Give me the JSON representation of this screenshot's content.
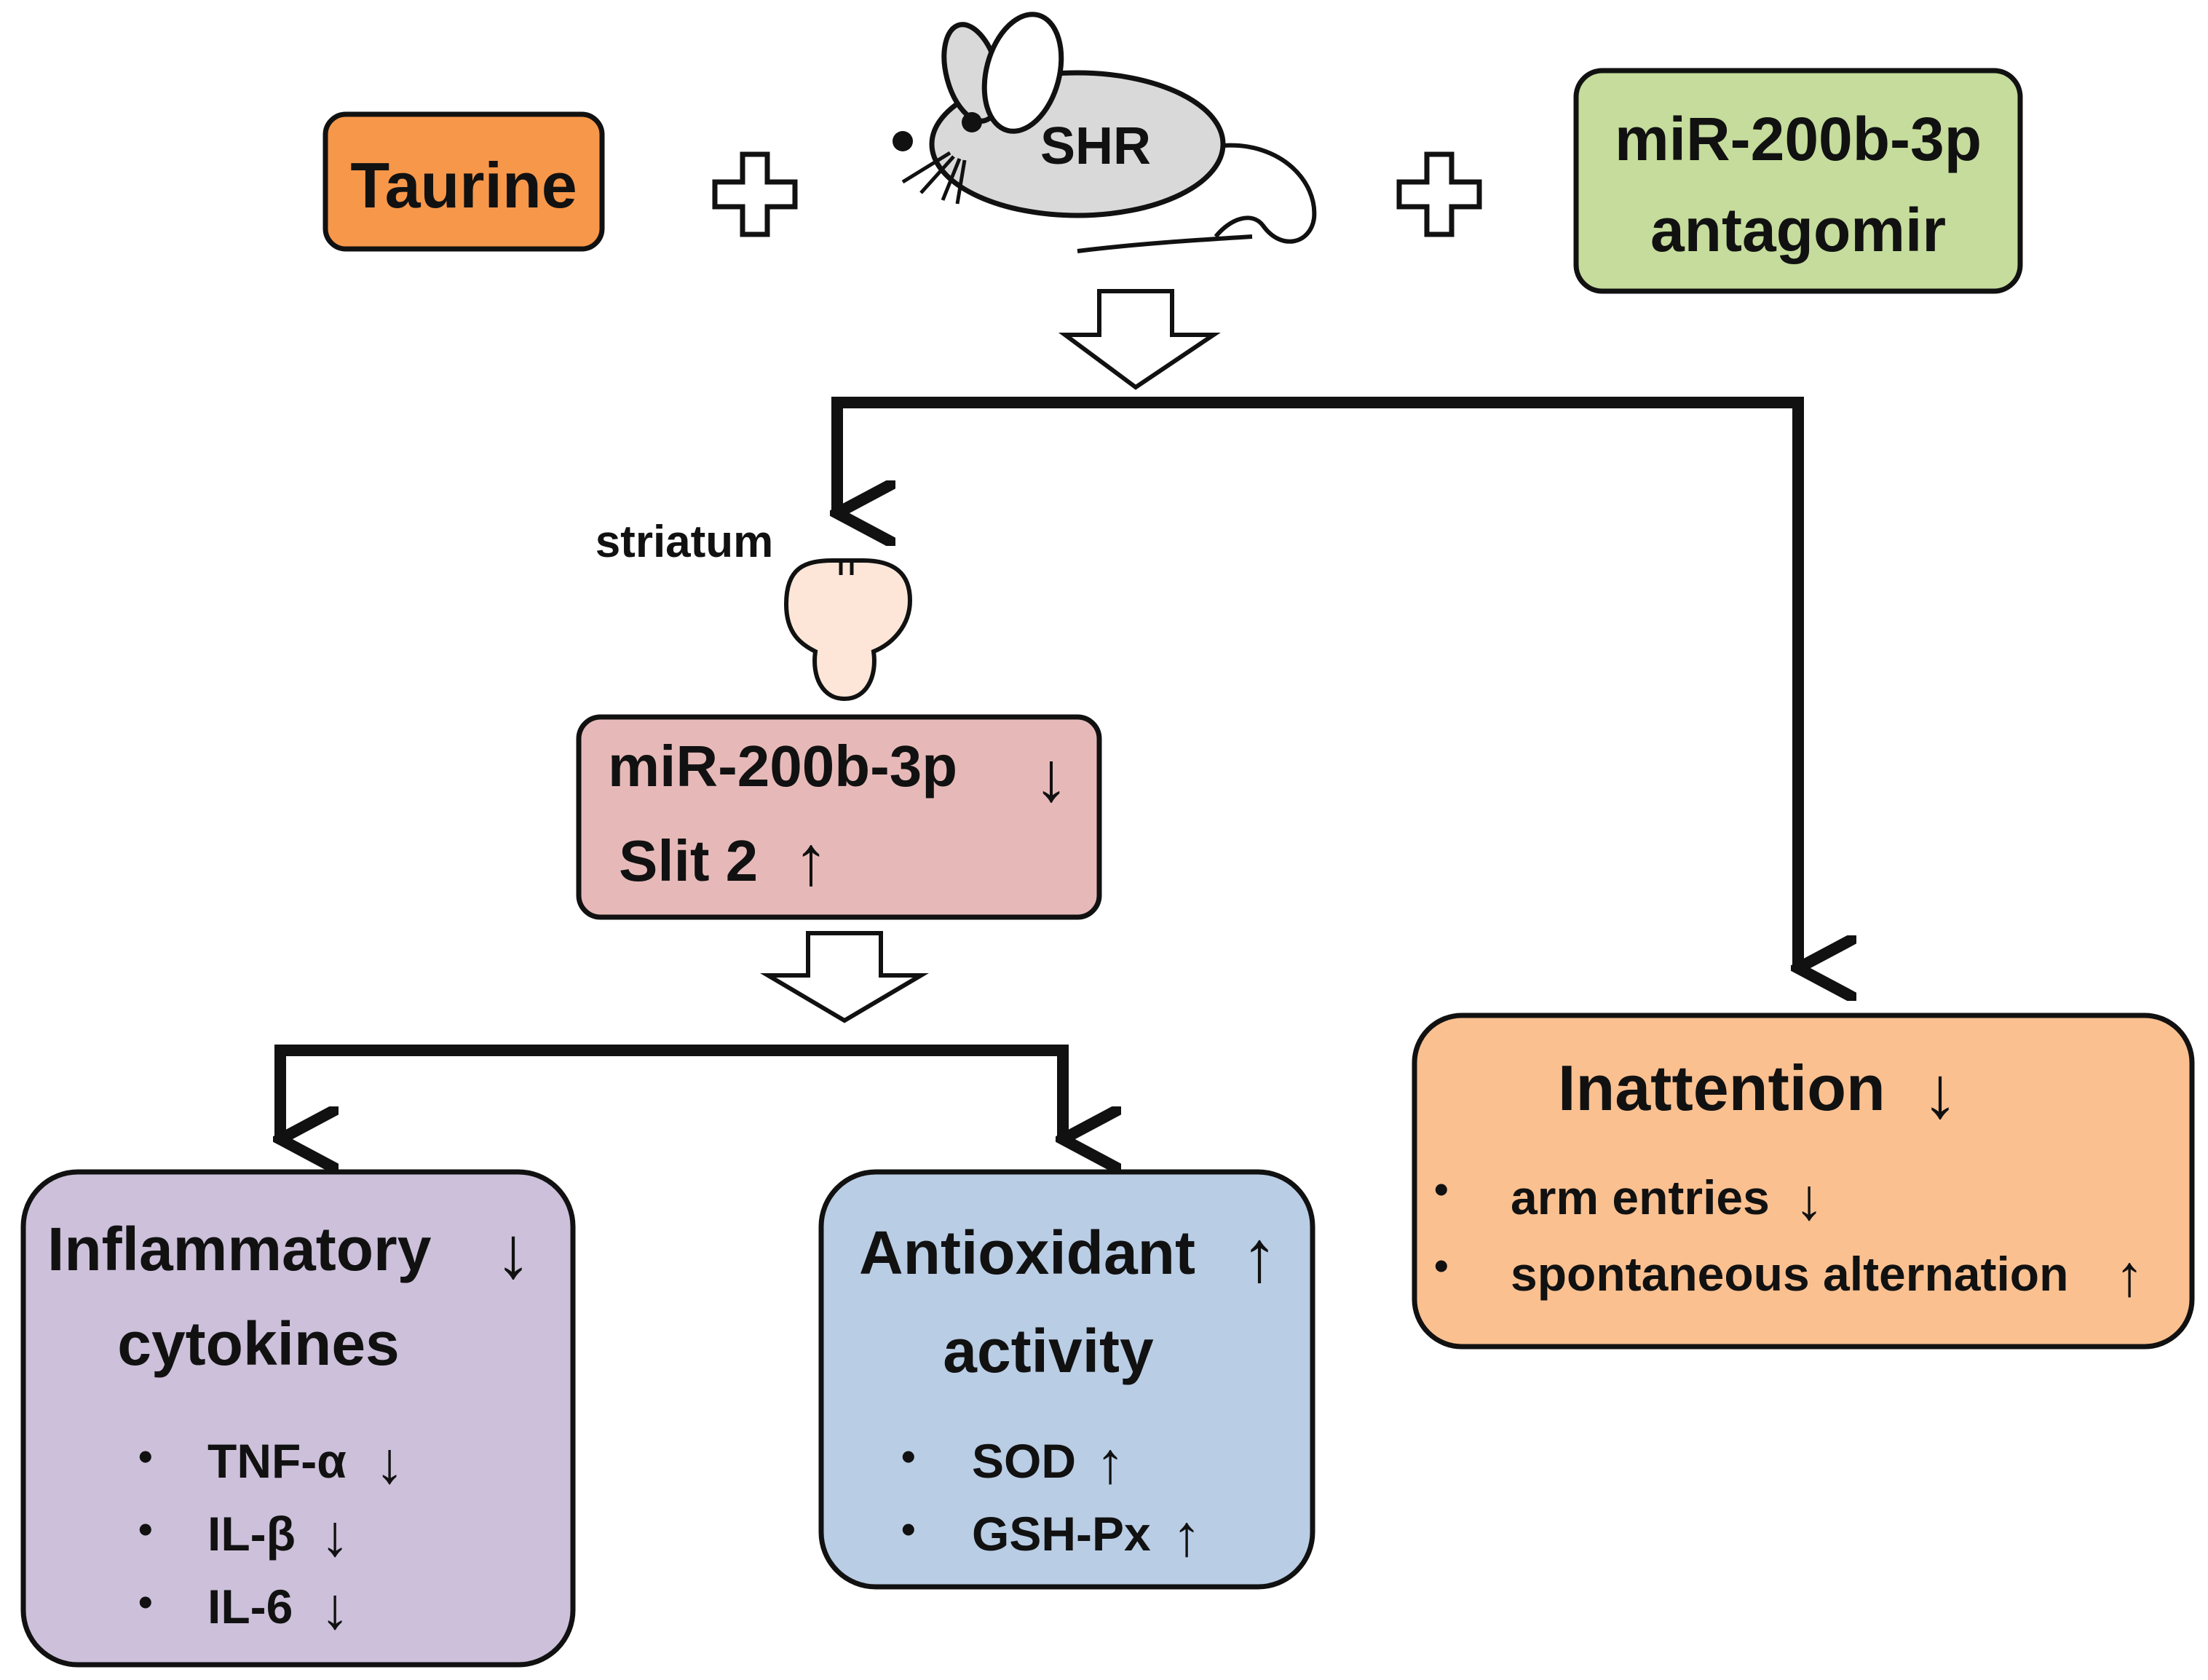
{
  "inputs": {
    "taurine": "Taurine",
    "plus": "+",
    "animal": "SHR",
    "antagomir_line1": "miR-200b-3p",
    "antagomir_line2": "antagomir"
  },
  "striatum": {
    "label": "striatum",
    "mirna": "miR-200b-3p",
    "slit": "Slit 2"
  },
  "inflammatory": {
    "title_line1": "Inflammatory",
    "title_line2": "cytokines",
    "items": [
      "TNF-α",
      "IL-β",
      "IL-6"
    ]
  },
  "antioxidant": {
    "title_line1": "Antioxidant",
    "title_line2": "activity",
    "items": [
      "SOD",
      "GSH-Px"
    ]
  },
  "inattention": {
    "title": "Inattention",
    "items": [
      "arm entries",
      "spontaneous alternation"
    ]
  },
  "symbols": {
    "bullet": "•",
    "up": "↑",
    "down": "↓"
  },
  "colors": {
    "taurine": "#f7974a",
    "antagomir": "#c5dc9c",
    "mouse": "#d9d9d9",
    "brain": "#fde6d8",
    "striatum_box": "#e6b9b8",
    "inflammatory": "#ccc0da",
    "antioxidant": "#b9cde5",
    "inattention": "#fac090"
  }
}
